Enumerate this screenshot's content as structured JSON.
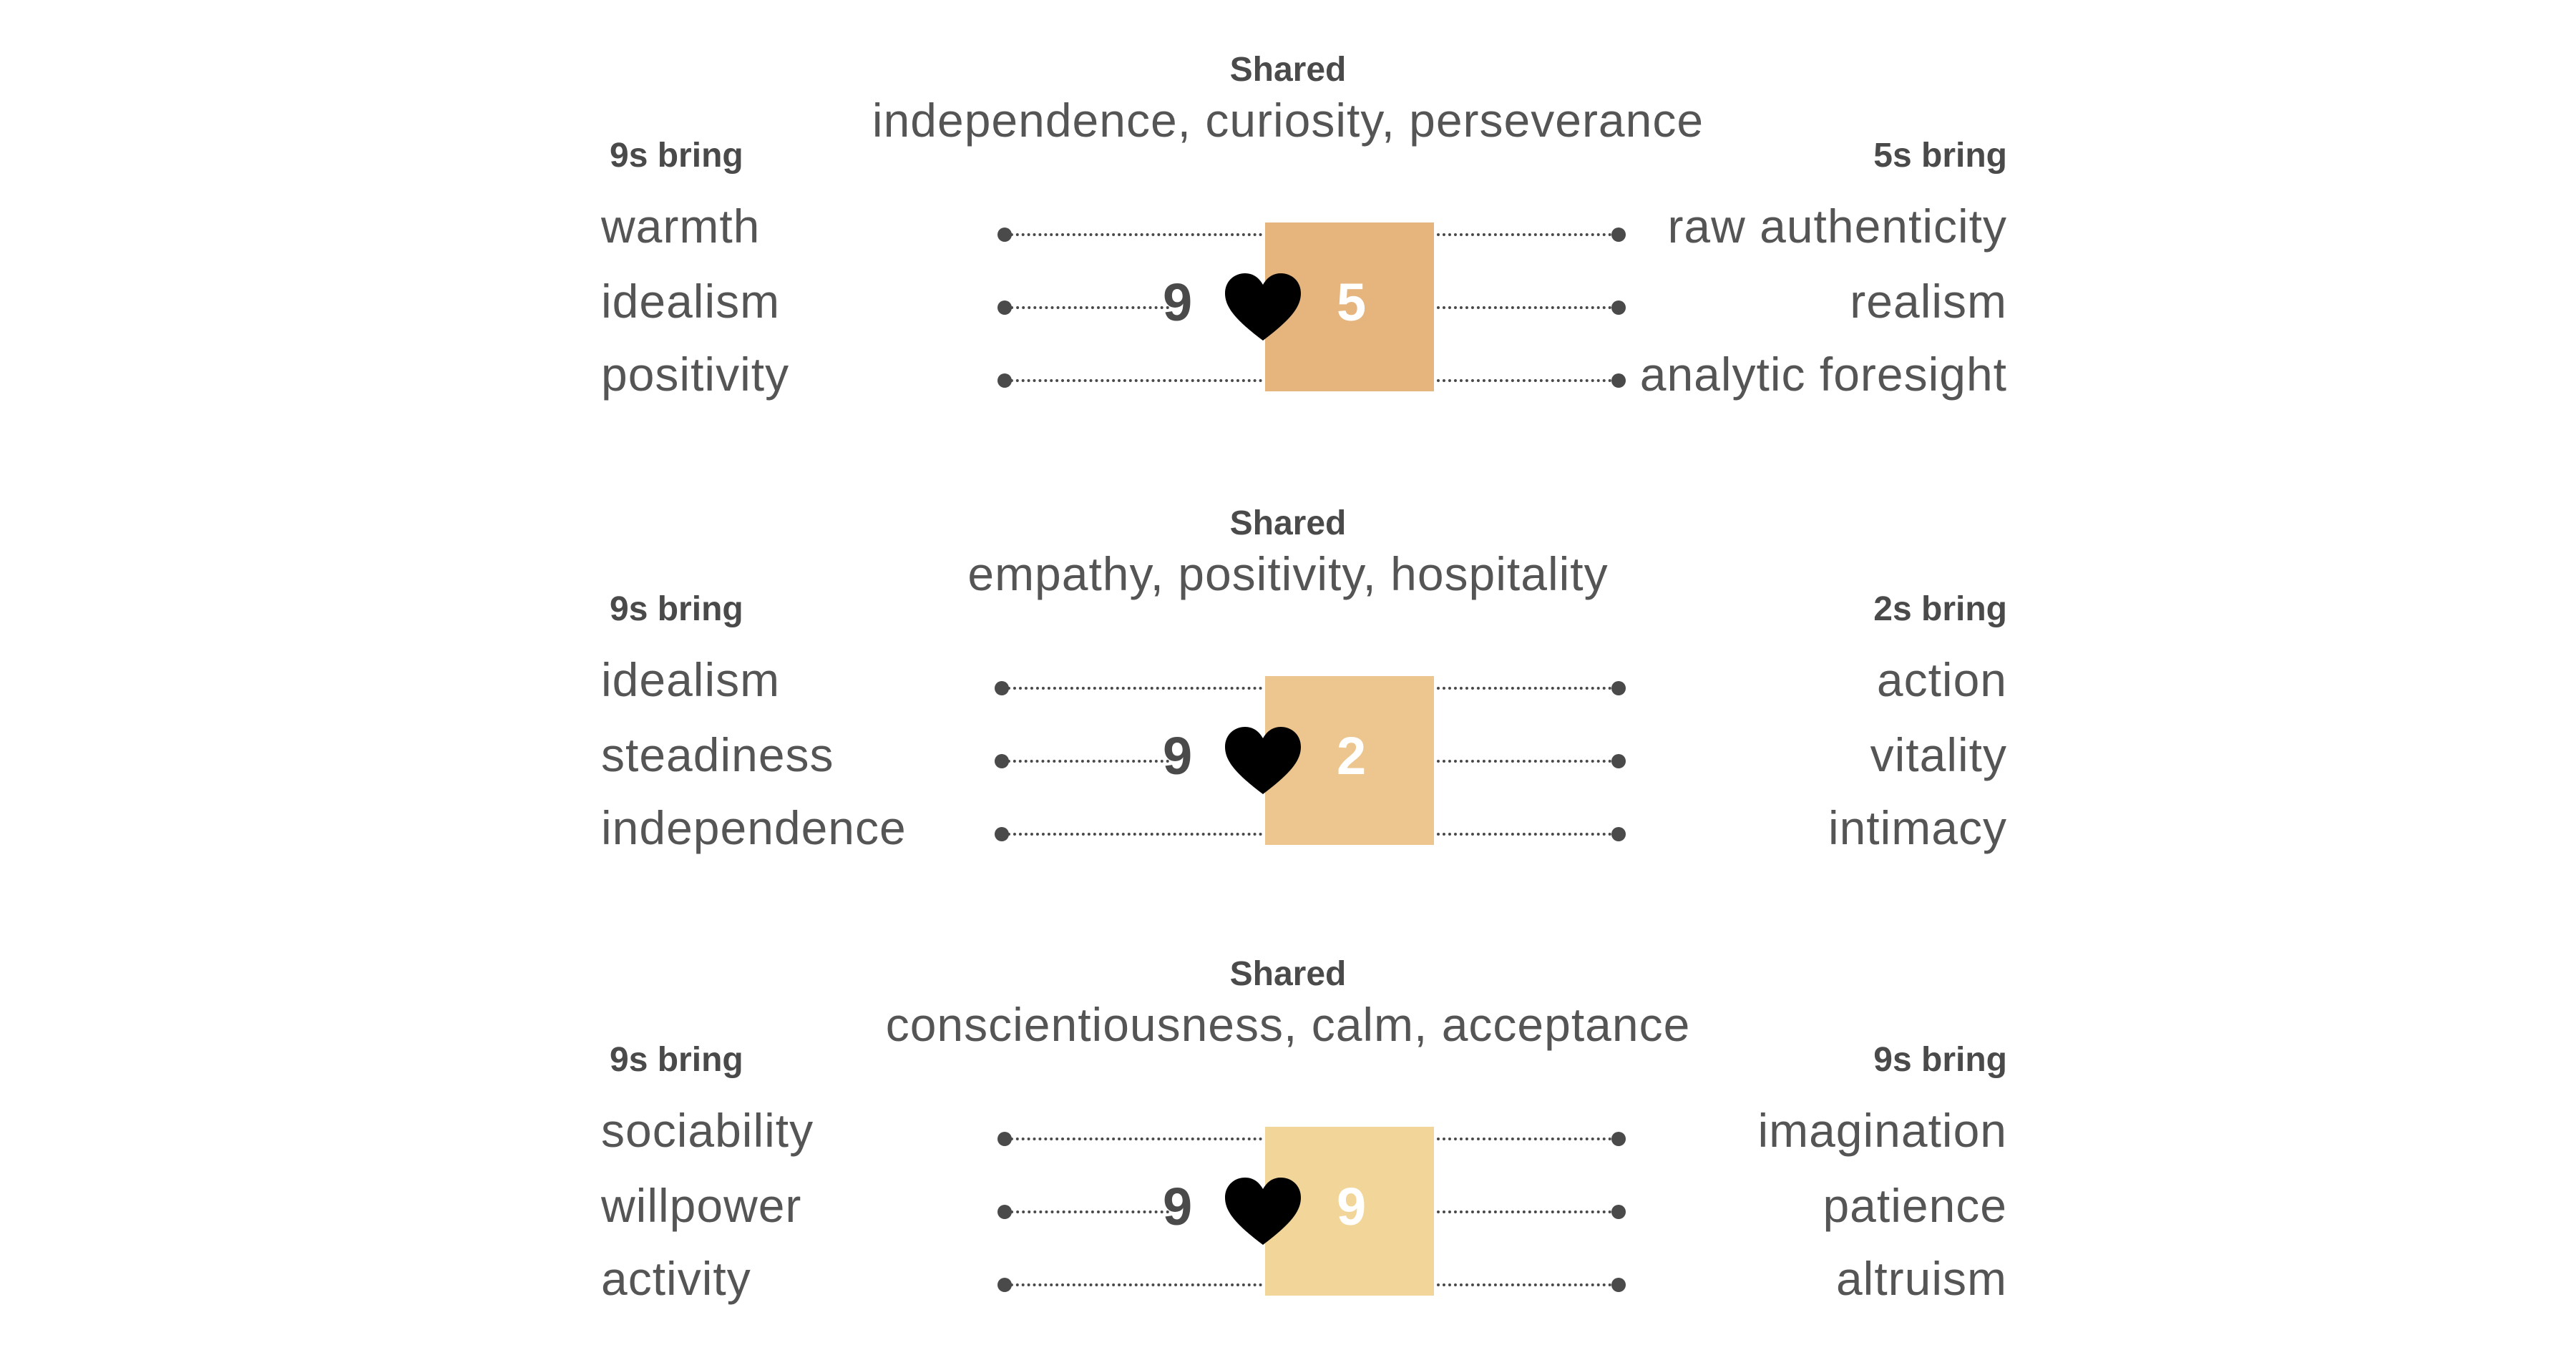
{
  "pairings": [
    {
      "shared_label": "Shared",
      "shared_traits": "independence, curiosity, perseverance",
      "left_heading": "9s bring",
      "right_heading": "5s bring",
      "left_traits": [
        "warmth",
        "idealism",
        "positivity"
      ],
      "right_traits": [
        "raw authenticity",
        "realism",
        "analytic foresight"
      ],
      "left_number": "9",
      "right_number": "5",
      "box_color": "#e6b57e"
    },
    {
      "shared_label": "Shared",
      "shared_traits": "empathy, positivity, hospitality",
      "left_heading": "9s bring",
      "right_heading": "2s bring",
      "left_traits": [
        "idealism",
        "steadiness",
        "independence"
      ],
      "right_traits": [
        "action",
        "vitality",
        "intimacy"
      ],
      "left_number": "9",
      "right_number": "2",
      "box_color": "#ecc68e"
    },
    {
      "shared_label": "Shared",
      "shared_traits": "conscientiousness, calm, acceptance",
      "left_heading": "9s bring",
      "right_heading": "9s bring",
      "left_traits": [
        "sociability",
        "willpower",
        "activity"
      ],
      "right_traits": [
        "imagination",
        "patience",
        "altruism"
      ],
      "left_number": "9",
      "right_number": "9",
      "box_color": "#f2d699"
    }
  ],
  "icons": {
    "heart": "heart-icon",
    "dot": "dot-icon"
  },
  "colors": {
    "text": "#4a4a4a",
    "heart": "#000000",
    "box_number": "#ffffff"
  }
}
